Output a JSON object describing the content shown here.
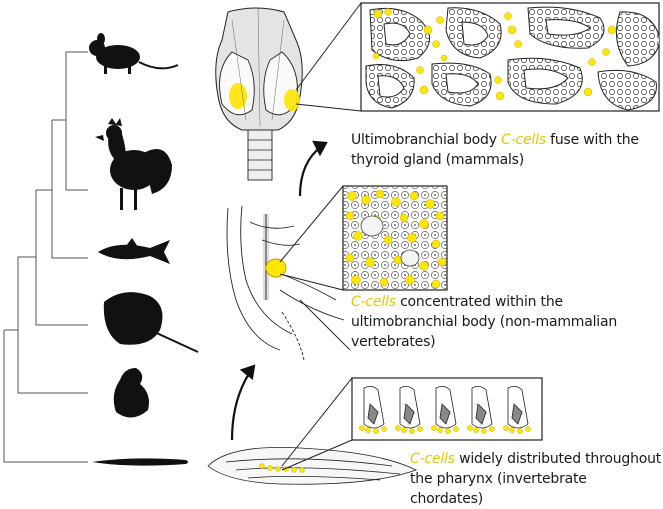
{
  "captions": {
    "mammals": {
      "highlight": "C-cells",
      "pre": "Ultimobranchial body ",
      "post": " fuse with the thyroid gland (mammals)"
    },
    "nonmammal": {
      "highlight": "C-cells",
      "post": " concentrated within the ultimobranchial body (non-mammalian vertebrates)"
    },
    "chordate": {
      "highlight": "C-cells",
      "post": " widely distributed throughout the pharynx (invertebrate chordates)"
    }
  },
  "colors": {
    "ccell": "#ffe600",
    "ink": "#1a1a1a",
    "tree": "#555555"
  },
  "silhouettes": [
    "mouse-icon",
    "rooster-icon",
    "fish-icon",
    "stingray-icon",
    "lamprey-icon",
    "amphioxus-icon"
  ]
}
